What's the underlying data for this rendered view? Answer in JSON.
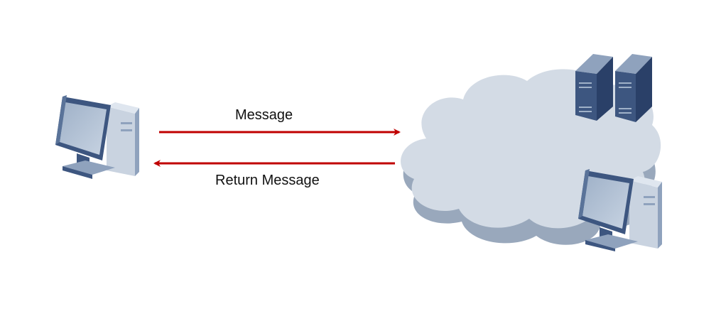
{
  "diagram": {
    "message_label": "Message",
    "return_message_label": "Return Message"
  },
  "nodes": {
    "client": {
      "icon": "desktop-computer-icon"
    },
    "network": {
      "icon": "cloud-icon"
    },
    "servers": {
      "icon": "server-tower-icon",
      "count": 2
    },
    "remote_client": {
      "icon": "desktop-computer-icon"
    }
  },
  "colors": {
    "arrow": "#c00000",
    "cloud_face": "#d3dbe5",
    "cloud_side": "#99a8bc",
    "device_light": "#c9d3e0",
    "device_mid": "#8fa2bd",
    "device_dark": "#3d5680"
  }
}
